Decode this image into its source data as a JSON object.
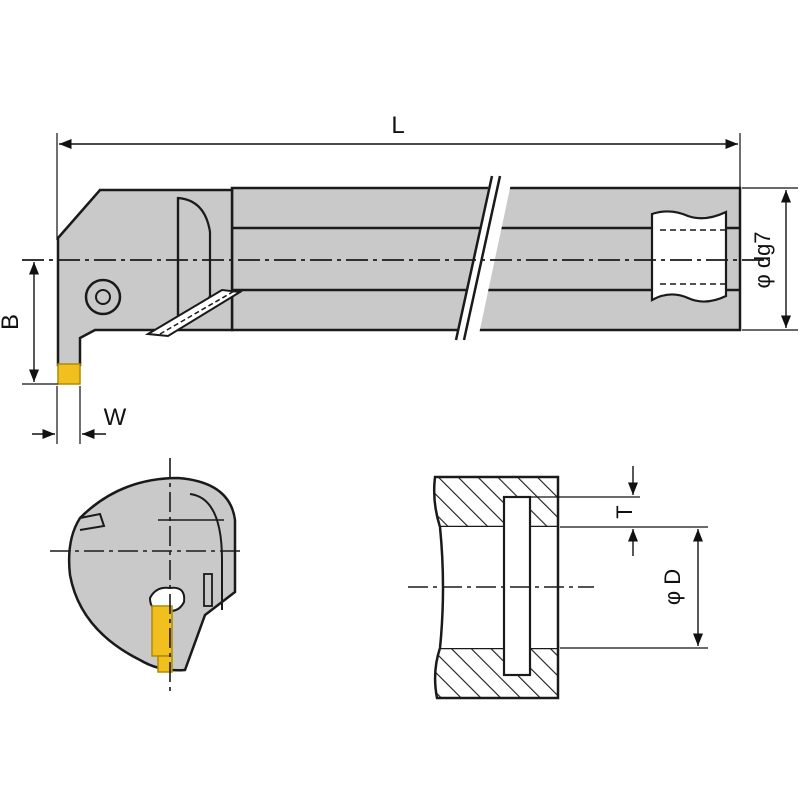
{
  "labels": {
    "L": "L",
    "B": "B",
    "W": "W",
    "dg7": "φ dg7",
    "T": "T",
    "D": "φ D"
  },
  "colors": {
    "body": "#c8c9c8",
    "outline": "#1a1a1a",
    "insert": "#f2c01e",
    "hatch": "#1a1a1a"
  }
}
